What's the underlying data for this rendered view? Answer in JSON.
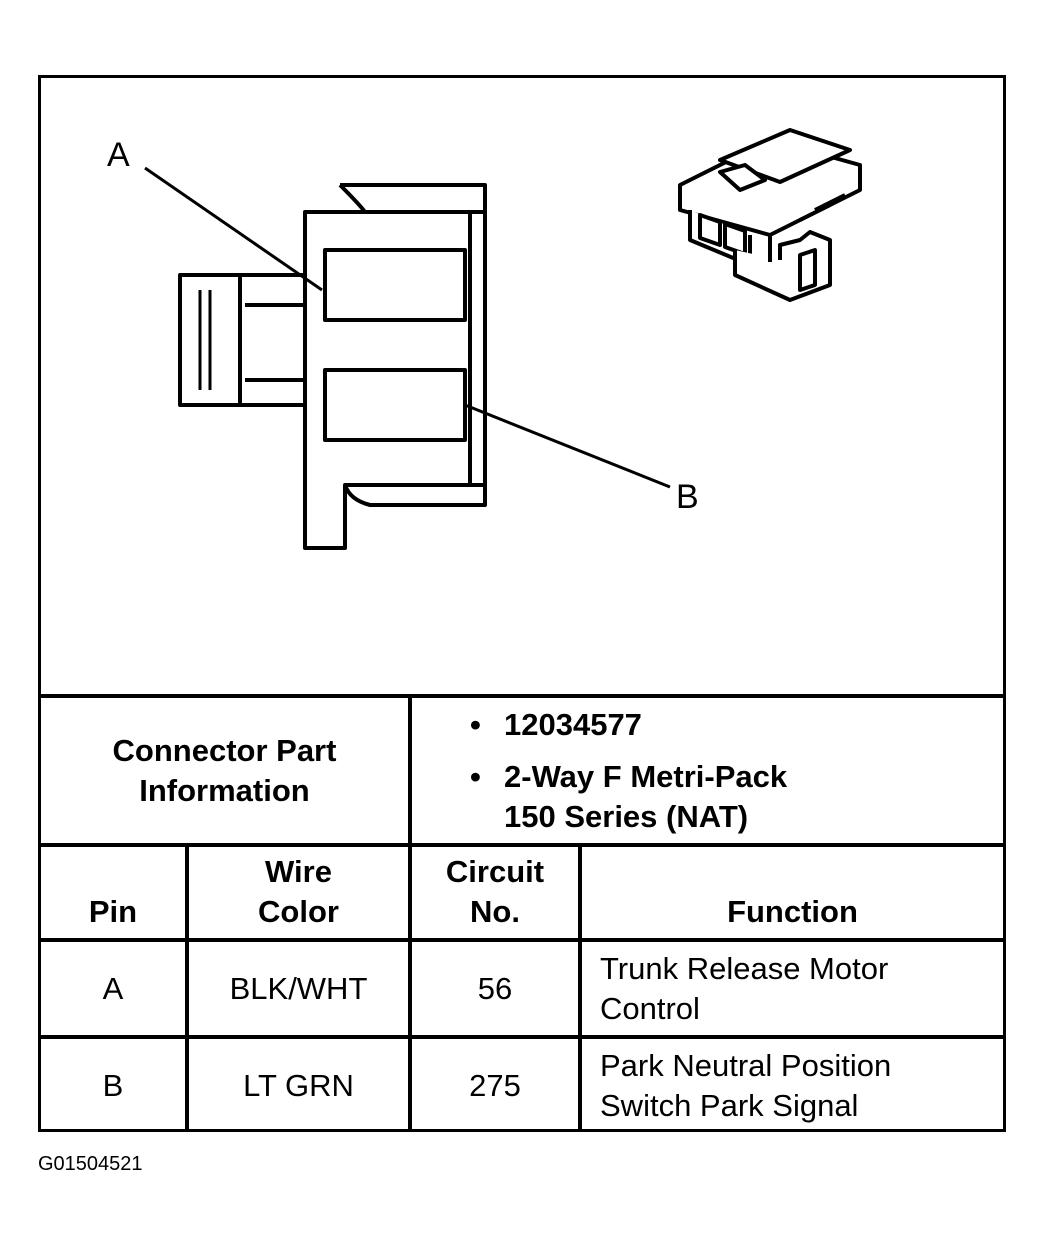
{
  "diagram": {
    "callout_a": "A",
    "callout_b": "B"
  },
  "connector_info": {
    "label_line1": "Connector Part",
    "label_line2": "Information",
    "bullets": [
      [
        "12034577"
      ],
      [
        "2-Way F Metri-Pack",
        "150 Series (NAT)"
      ]
    ]
  },
  "table": {
    "headers": {
      "pin": "Pin",
      "wire_color_line1": "Wire",
      "wire_color_line2": "Color",
      "circuit_line1": "Circuit",
      "circuit_line2": "No.",
      "function": "Function"
    },
    "rows": [
      {
        "pin": "A",
        "wire_color": "BLK/WHT",
        "circuit": "56",
        "function_line1": "Trunk Release Motor",
        "function_line2": "Control"
      },
      {
        "pin": "B",
        "wire_color": "LT GRN",
        "circuit": "275",
        "function_line1": "Park Neutral Position",
        "function_line2": "Switch Park Signal"
      }
    ]
  },
  "figure_id": "G01504521"
}
